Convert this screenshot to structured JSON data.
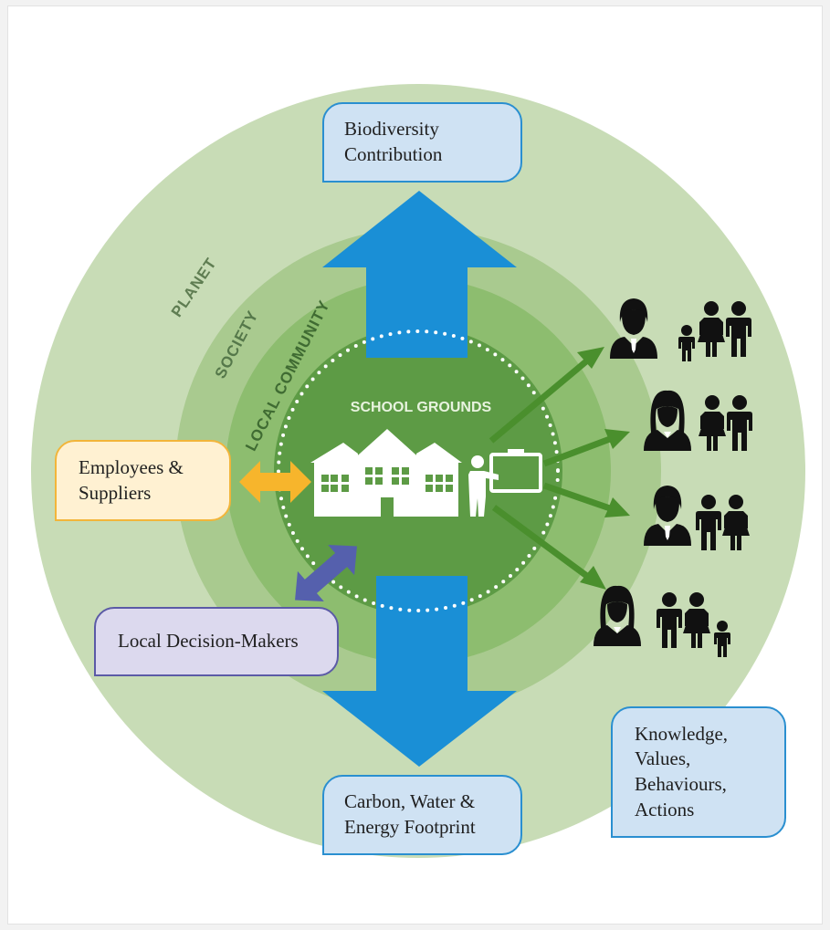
{
  "rings": {
    "planet": "PLANET",
    "society": "SOCIETY",
    "local_community": "LOCAL COMMUNITY",
    "school_grounds": "SCHOOL GROUNDS"
  },
  "boxes": {
    "biodiversity": "Biodiversity Contribution",
    "footprint": "Carbon, Water & Energy Footprint",
    "employees": "Employees & Suppliers",
    "decision_makers": "Local Decision-Makers",
    "knowledge": "Knowledge, Values, Behaviours, Actions"
  },
  "colors": {
    "planet": "#c8dcb6",
    "society": "#a9ca8f",
    "local_community": "#8dbd6f",
    "school_grounds": "#5d9b45",
    "vertical_arrow": "#1a8fd6",
    "employees_arrow": "#f7b52c",
    "decision_arrow": "#5560ad",
    "outreach_arrows": "#4a8f2d",
    "people_icons": "#111111",
    "school_icon": "#ffffff"
  },
  "icons": {
    "school": "school-building-icon",
    "teacher": "teacher-at-board-icon",
    "people": [
      "man-and-family-icon",
      "woman-and-couple-icon",
      "man-and-couple-icon",
      "woman-and-family-icon"
    ]
  }
}
